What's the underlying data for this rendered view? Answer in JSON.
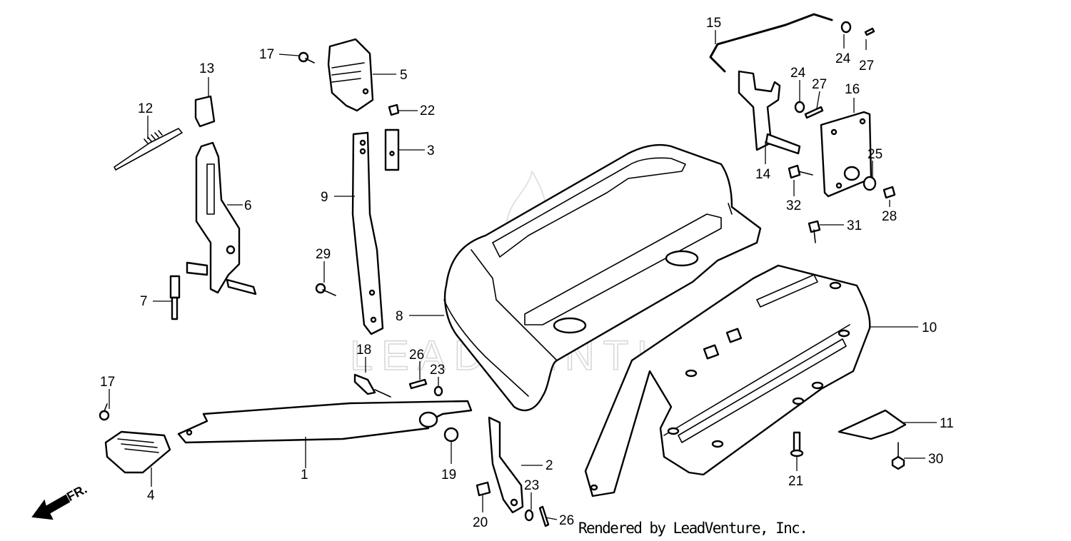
{
  "diagram": {
    "callouts": [
      {
        "label": "1"
      },
      {
        "label": "2"
      },
      {
        "label": "3"
      },
      {
        "label": "4"
      },
      {
        "label": "5"
      },
      {
        "label": "6"
      },
      {
        "label": "7"
      },
      {
        "label": "8"
      },
      {
        "label": "9"
      },
      {
        "label": "10"
      },
      {
        "label": "11"
      },
      {
        "label": "12"
      },
      {
        "label": "13"
      },
      {
        "label": "14"
      },
      {
        "label": "15"
      },
      {
        "label": "16"
      },
      {
        "label": "17"
      },
      {
        "label": "17"
      },
      {
        "label": "18"
      },
      {
        "label": "19"
      },
      {
        "label": "20"
      },
      {
        "label": "21"
      },
      {
        "label": "22"
      },
      {
        "label": "23"
      },
      {
        "label": "23"
      },
      {
        "label": "24"
      },
      {
        "label": "24"
      },
      {
        "label": "25"
      },
      {
        "label": "26"
      },
      {
        "label": "26"
      },
      {
        "label": "27"
      },
      {
        "label": "27"
      },
      {
        "label": "28"
      },
      {
        "label": "29"
      },
      {
        "label": "30"
      },
      {
        "label": "31"
      },
      {
        "label": "32"
      }
    ],
    "direction_label": "FR.",
    "watermark_text": "LEADVENTURE",
    "credit": "Rendered by LeadVenture, Inc."
  }
}
